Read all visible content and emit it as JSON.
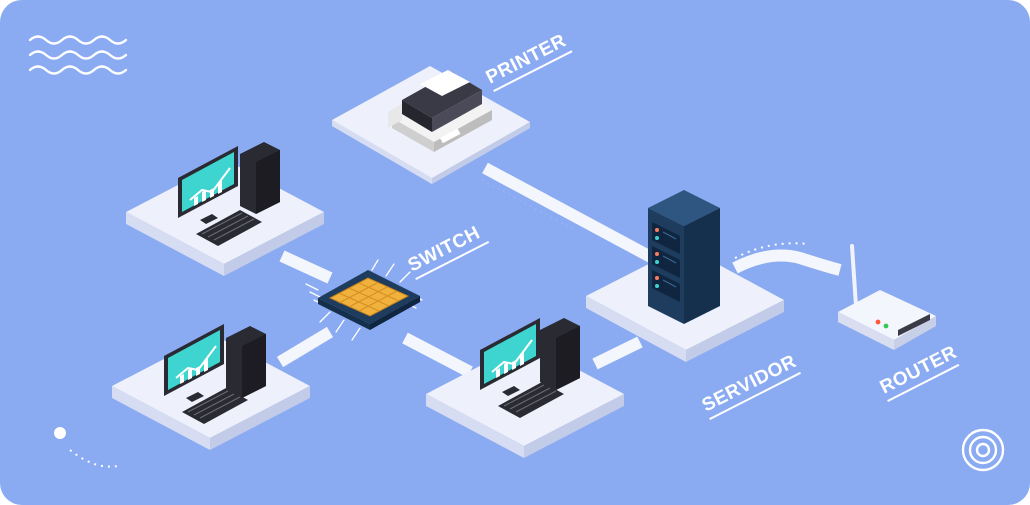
{
  "labels": {
    "printer": "PRINTER",
    "switch": "SWITCH",
    "servidor": "SERVIDOR",
    "router": "ROUTER"
  },
  "colors": {
    "background": "#8aaaf2",
    "platform": "#eef1fb",
    "cable": "#f4f6fd",
    "server_body": "#1d3c5e",
    "chip_core": "#f0b23c",
    "monitor_screen": "#3ed5d0"
  },
  "icons": [
    "waves-icon",
    "target-icon",
    "printer-icon",
    "server-icon",
    "router-icon",
    "switch-chip-icon",
    "computer-icon"
  ]
}
